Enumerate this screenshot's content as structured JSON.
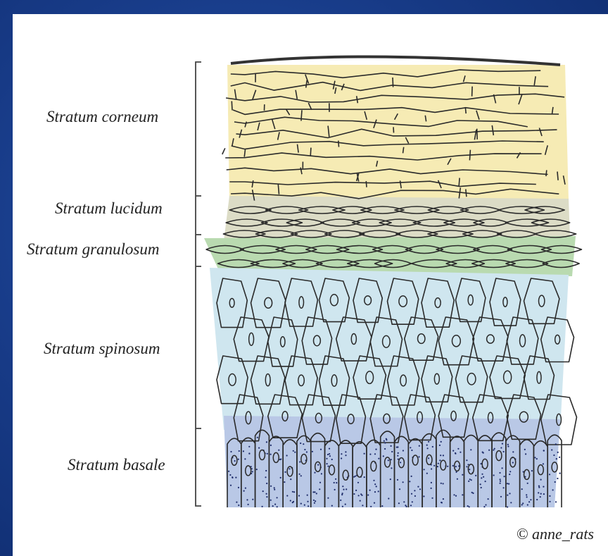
{
  "diagram": {
    "layers": [
      {
        "id": "corneum",
        "label": "Stratum corneum",
        "color": "#f6ebb4"
      },
      {
        "id": "lucidum",
        "label": "Stratum lucidum",
        "color": "#dcdcc6"
      },
      {
        "id": "granulosum",
        "label": "Stratum granulosum",
        "color": "#b9dab0"
      },
      {
        "id": "spinosum",
        "label": "Stratum spinosum",
        "color": "#cfe6ef"
      },
      {
        "id": "basale",
        "label": "Stratum basale",
        "color": "#b9c8e6"
      }
    ],
    "credit": "© anne_rats",
    "outline_color": "#2a2a2a",
    "bracket_color": "#444444"
  },
  "theme": {
    "background": "#1a3f8c",
    "panel": "#ffffff"
  }
}
